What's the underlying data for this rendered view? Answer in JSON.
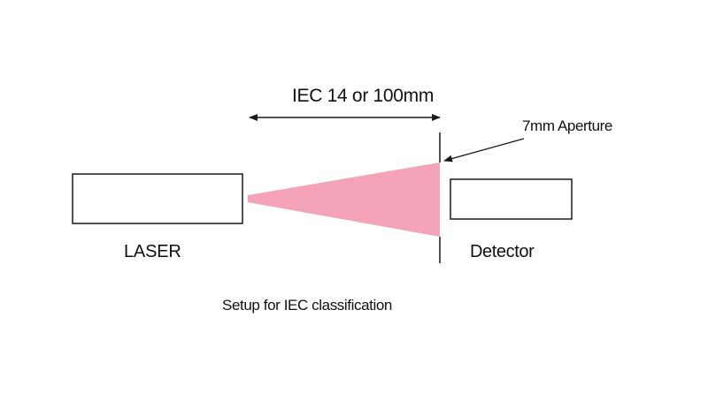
{
  "labels": {
    "distance": "IEC 14 or 100mm",
    "aperture": "7mm Aperture",
    "laser": "LASER",
    "detector": "Detector",
    "caption": "Setup for IEC classification"
  },
  "colors": {
    "beam": "#f4a3b8",
    "stroke": "#1a1a1a",
    "background": "#ffffff"
  }
}
